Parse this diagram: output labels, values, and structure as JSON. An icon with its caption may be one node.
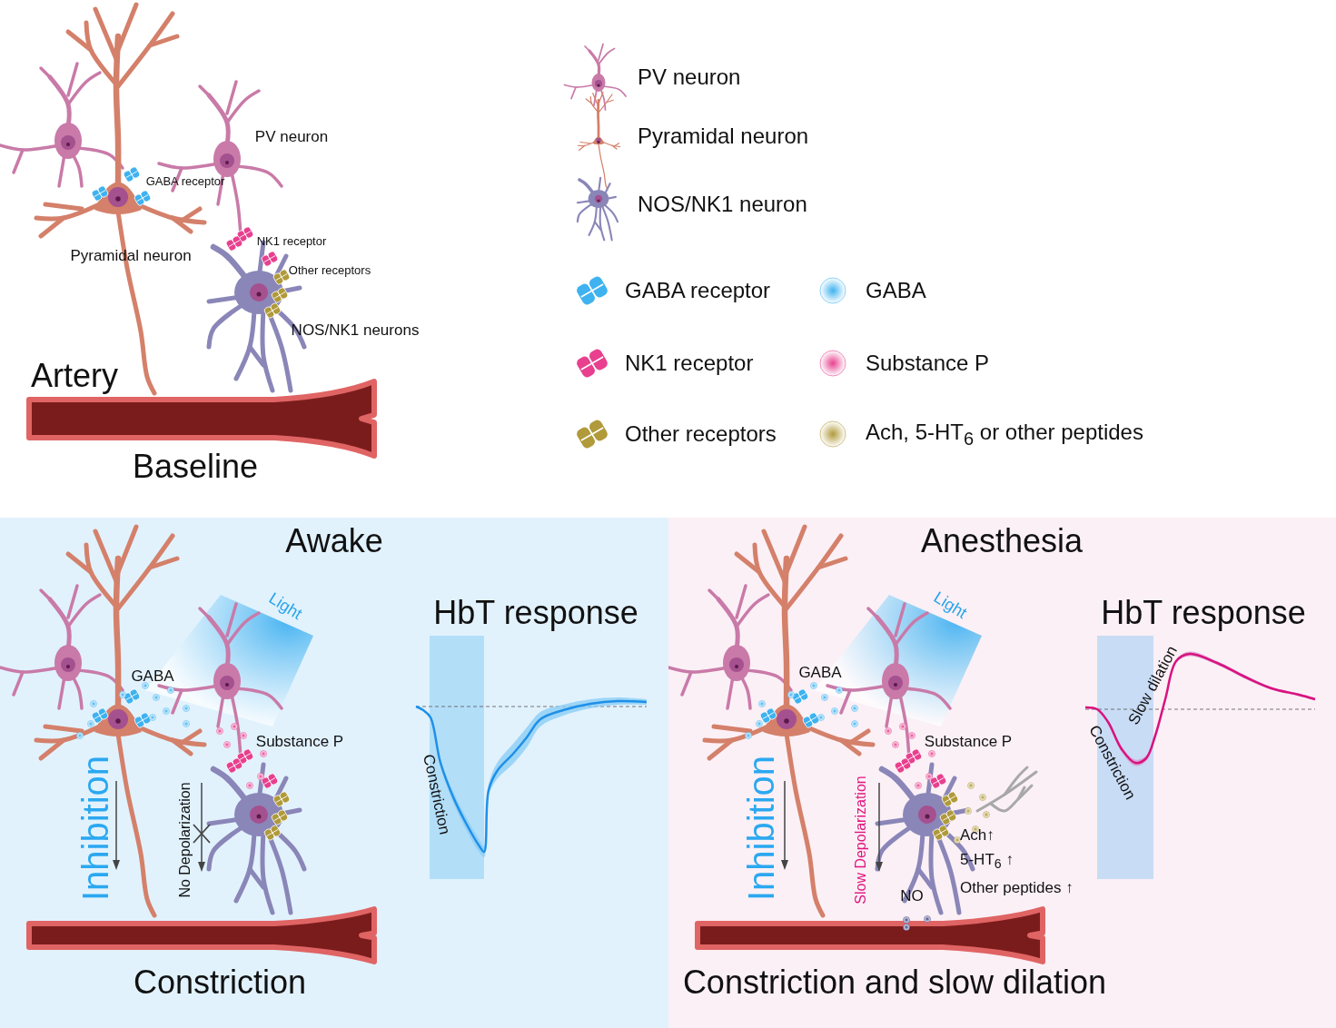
{
  "diagram": {
    "nodes": [
      {
        "text": [
          "Awake",
          "Light",
          "GABA",
          "Substance P",
          "Inhibition",
          "No Depolarization",
          "HbT response",
          "Constriction",
          "Constriction"
        ]
      },
      {
        "text": [
          "Anesthesia",
          "Light",
          "GABA",
          "Substance P",
          "Inhibition",
          "Slow Depolarization",
          "Ach↑",
          "5-HT$_{6}$ ↑",
          "Other peptides ↑",
          "NO",
          "HbT response",
          "Slow dilation",
          "Constriction",
          "Constriction and slow dilation"
        ]
      }
    ],
    "labels": [
      "PV neuron",
      "GABA receptor",
      "NK1 receptor",
      "Pyramidal neuron",
      "Other receptors",
      "NOS/NK1 neurons",
      "Artery",
      "Baseline"
    ],
    "legend": [
      {
        "text": "PV neuron"
      },
      {
        "text": "Pyramidal neuron"
      },
      {
        "text": "NOS/NK1 neuron"
      },
      {
        "text": "GABA receptor"
      },
      {
        "text": "GABA"
      },
      {
        "text": "NK1 receptor"
      },
      {
        "text": "Substance P"
      },
      {
        "text": "Other receptors"
      },
      {
        "text": "Ach, 5-HT$_{6}$ or other peptides"
      }
    ]
  }
}
